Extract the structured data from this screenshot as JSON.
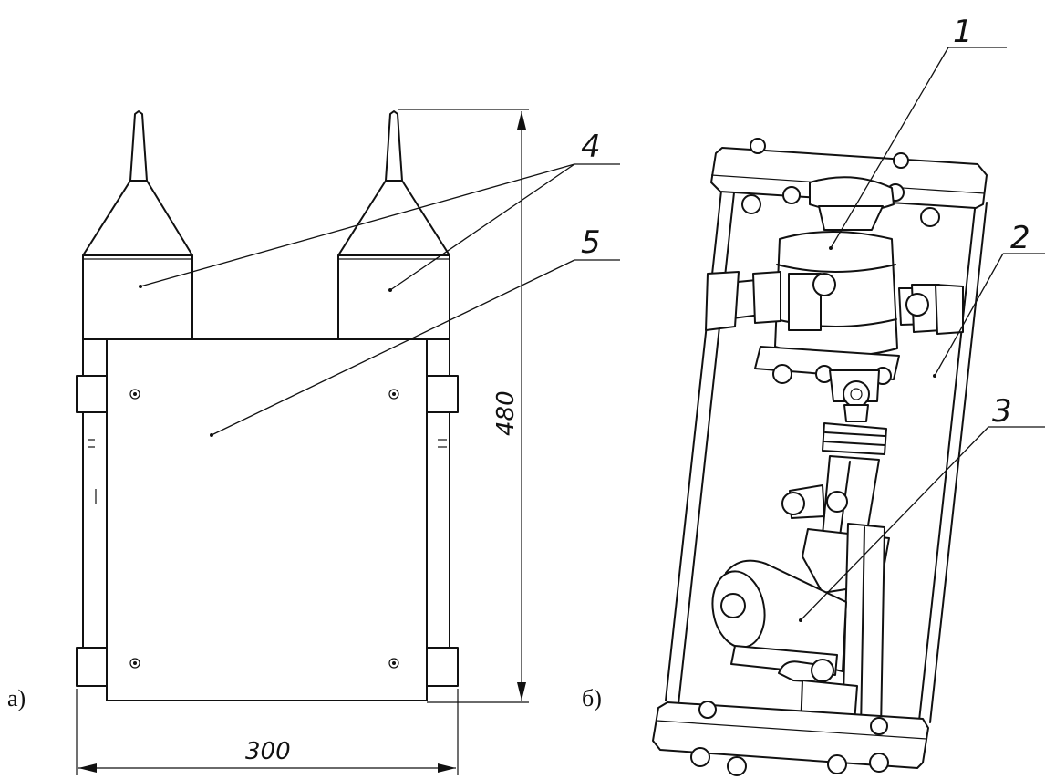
{
  "panel_a": {
    "label": "а)",
    "width_dimension": "300",
    "height_dimension": "480",
    "callouts": {
      "c4": "4",
      "c5": "5"
    }
  },
  "panel_b": {
    "label": "б)",
    "callouts": {
      "c1": "1",
      "c2": "2",
      "c3": "3"
    }
  }
}
